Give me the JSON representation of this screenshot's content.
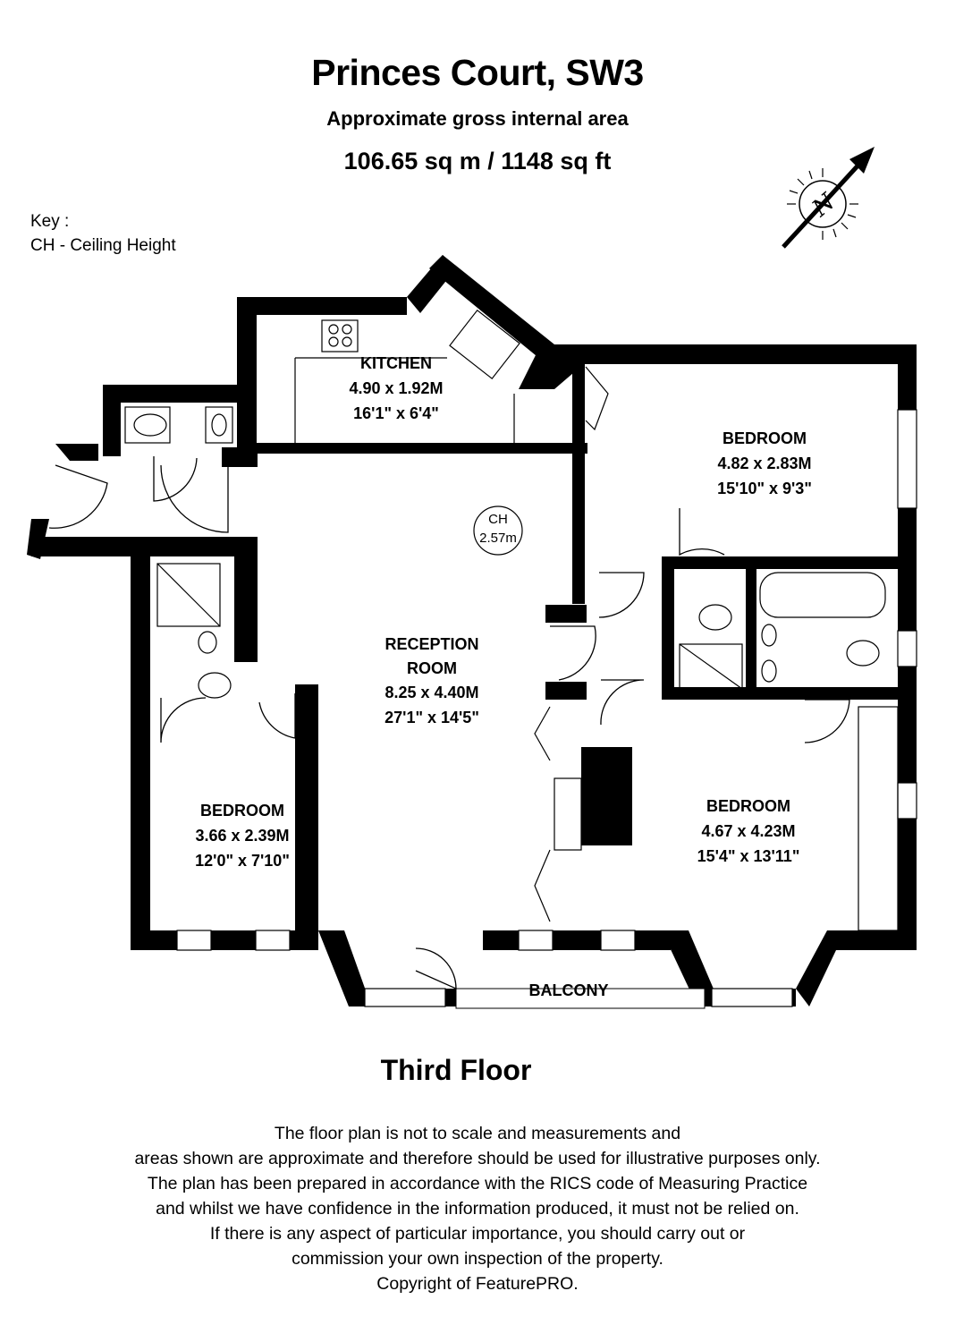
{
  "header": {
    "title": "Princes Court, SW3",
    "subtitle": "Approximate gross internal area",
    "area": "106.65 sq m /  1148 sq ft"
  },
  "key": {
    "heading": "Key :",
    "entry": "CH - Ceiling Height"
  },
  "compass": {
    "label": "N",
    "icon": "north-arrow-icon"
  },
  "rooms": {
    "kitchen": {
      "name": "KITCHEN",
      "metric": "4.90 x 1.92M",
      "imperial": "16'1\" x 6'4\""
    },
    "bedroom_ne": {
      "name": "BEDROOM",
      "metric": "4.82 x 2.83M",
      "imperial": "15'10\" x 9'3\""
    },
    "reception": {
      "name1": "RECEPTION",
      "name2": "ROOM",
      "metric": "8.25 x 4.40M",
      "imperial": "27'1\" x 14'5\""
    },
    "bedroom_w": {
      "name": "BEDROOM",
      "metric": "3.66 x 2.39M",
      "imperial": "12'0\" x 7'10\""
    },
    "bedroom_se": {
      "name": "BEDROOM",
      "metric": "4.67 x 4.23M",
      "imperial": "15'4\" x 13'11\""
    },
    "balcony": {
      "name": "BALCONY"
    }
  },
  "ceiling_marker": {
    "label": "CH",
    "value": "2.57m"
  },
  "floor_label": "Third Floor",
  "disclaimer": [
    "The floor plan is not to scale and measurements and",
    "areas shown are approximate and therefore should be used for illustrative purposes only.",
    "The plan has been prepared in accordance with the RICS code of Measuring Practice",
    "and whilst we have confidence in the information produced, it must not be relied on.",
    "If there is any aspect of particular importance, you should carry out or",
    "commission your own inspection of the property.",
    "Copyright of FeaturePRO."
  ]
}
